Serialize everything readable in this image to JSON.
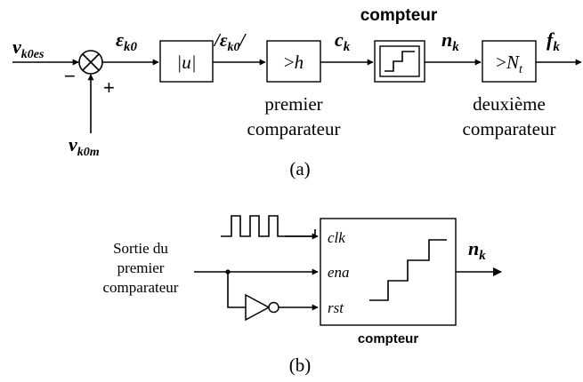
{
  "diagram_a": {
    "input_es": {
      "main": "v",
      "sub": "k0es"
    },
    "input_m": {
      "main": "v",
      "sub": "k0m"
    },
    "sign_minus": "−",
    "sign_plus": "+",
    "error_signal": {
      "main": "ε",
      "sub": "k0"
    },
    "abs_block_label": "|u|",
    "abs_error_signal": {
      "pre": "/ε",
      "sub": "k0",
      "post": "/"
    },
    "comparator1_block_label": {
      "op": ">",
      "var": "h"
    },
    "comparator1_caption": [
      "premier",
      "comparateur"
    ],
    "signal_c": {
      "main": "c",
      "sub": "k"
    },
    "counter_title": "compteur",
    "signal_n": {
      "main": "n",
      "sub": "k"
    },
    "comparator2_block_label": {
      "op": ">",
      "var": "N",
      "sub": "t"
    },
    "comparator2_caption": [
      "deuxième",
      "comparateur"
    ],
    "output_f": {
      "main": "f",
      "sub": "k"
    },
    "caption": "(a)"
  },
  "diagram_b": {
    "input_caption": [
      "Sortie du",
      "premier",
      "comparateur"
    ],
    "port_clk": "clk",
    "port_ena": "ena",
    "port_rst": "rst",
    "counter_caption": "compteur",
    "output_n": {
      "main": "n",
      "sub": "k"
    },
    "caption": "(b)"
  }
}
